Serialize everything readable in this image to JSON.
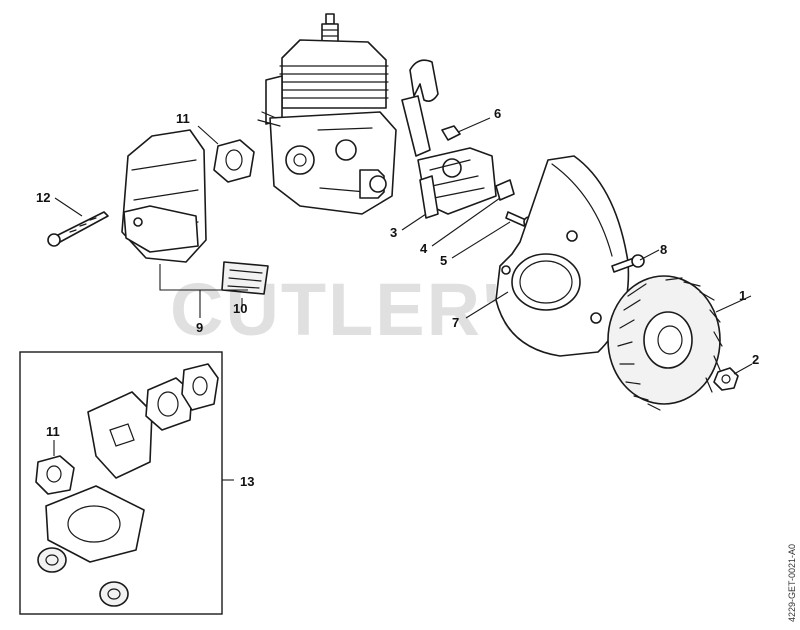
{
  "watermark": "CUTLER'S",
  "document_number": "4229-GET-0021-A0",
  "callouts": {
    "p1": "1",
    "p2": "2",
    "p3": "3",
    "p4": "4",
    "p5": "5",
    "p6": "6",
    "p7": "7",
    "p8": "8",
    "p9": "9",
    "p10": "10",
    "p11": "11",
    "p11_kit": "11",
    "p12": "12",
    "p13": "13"
  }
}
